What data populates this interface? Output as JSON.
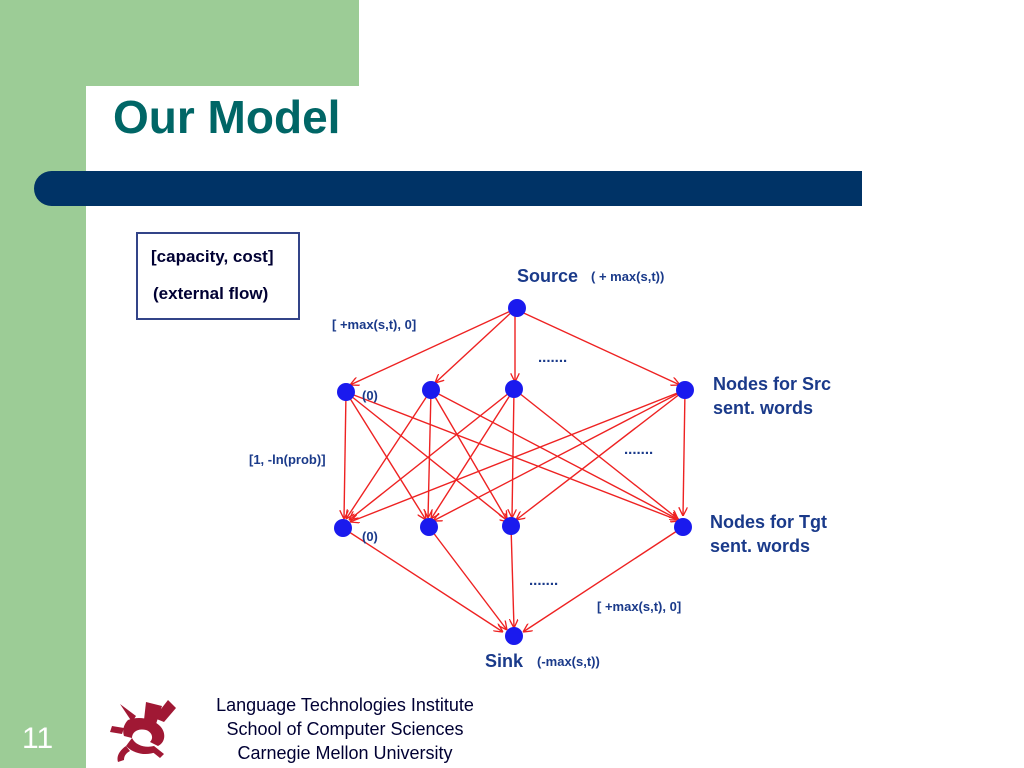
{
  "slide": {
    "title": "Our Model",
    "page_number": "11",
    "footer": {
      "line1": "Language Technologies Institute",
      "line2": "School of Computer Sciences",
      "line3": "Carnegie Mellon University"
    },
    "logo_icon": "dragon-icon"
  },
  "legend": {
    "line1": "[capacity, cost]",
    "line2": "(external flow)"
  },
  "diagram": {
    "source_label": "Source",
    "source_flow": "( + max(s,t))",
    "source_edge_label": "[ +max(s,t), 0]",
    "src_nodes_label_1": "Nodes for Src",
    "src_nodes_label_2": "sent. words",
    "src_flow": "(0)",
    "middle_edge_label": "[1, -ln(prob)]",
    "tgt_nodes_label_1": "Nodes for Tgt",
    "tgt_nodes_label_2": "sent. words",
    "tgt_flow": "(0)",
    "sink_edge_label": "[ +max(s,t), 0]",
    "sink_label": "Sink",
    "sink_flow": "(-max(s,t))",
    "ellipsis": ".......",
    "colors": {
      "node": "#1a1aee",
      "edge": "#ee2222",
      "title": "#006666",
      "bar": "#003366",
      "sidebar": "#9ccc96"
    }
  }
}
